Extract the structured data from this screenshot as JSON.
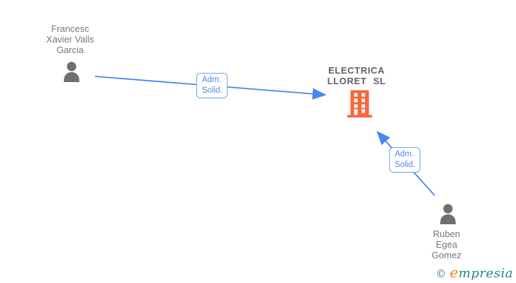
{
  "colors": {
    "arrow_blue": "#4687f1",
    "label_border": "#6ea3e8",
    "label_blue": "#4c87e8",
    "person_gray": "#6f6f6f",
    "name_gray": "#777777",
    "company_gray": "#5d6166",
    "building_orange": "#f8663c",
    "logo_teal": "#2f7e96",
    "logo_orange": "#f07f17"
  },
  "graph": {
    "person1": {
      "lines": [
        "Francesc",
        "Xavier Valls",
        "Garcia"
      ]
    },
    "company": {
      "lines": [
        "ELECTRICA",
        "LLORET SL"
      ]
    },
    "person2": {
      "lines": [
        "Ruben",
        "Egea",
        "Gomez"
      ]
    },
    "edges": [
      {
        "from": "person1",
        "to": "company",
        "label_lines": [
          "Adm.",
          "Solid."
        ]
      },
      {
        "from": "person2",
        "to": "company",
        "label_lines": [
          "Adm.",
          "Solid."
        ]
      }
    ]
  },
  "footer": {
    "copyright_symbol": "©",
    "brand_initial": "e",
    "brand_rest": "mpresia"
  }
}
